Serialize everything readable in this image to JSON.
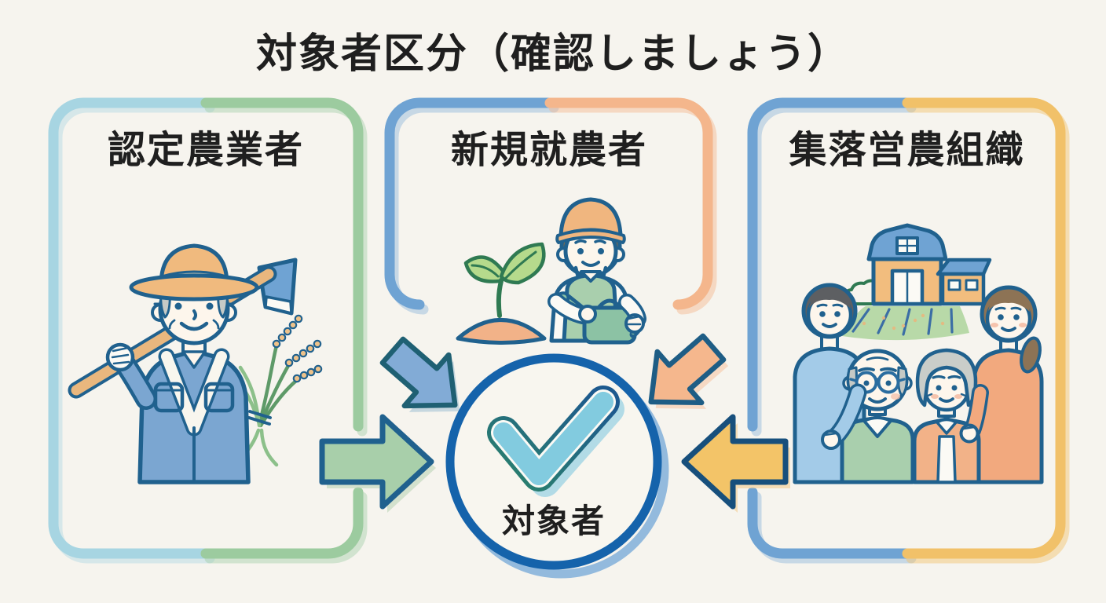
{
  "title": "対象者区分（確認しましょう）",
  "cards": [
    {
      "id": "certified-farmer",
      "label": "認定農業者",
      "illustration": "elderly-farmer-with-hoe-and-rice-sheaf",
      "border_left_color": "#a7d5e2",
      "border_right_color": "#9ccb9f"
    },
    {
      "id": "new-farmer",
      "label": "新規就農者",
      "illustration": "young-farmer-with-seedling-and-watering-can",
      "border_left_color": "#6fa3d3",
      "border_right_color": "#f4b68c"
    },
    {
      "id": "community-farming-org",
      "label": "集落営農組織",
      "illustration": "three-generation-family-with-barn-and-field",
      "border_left_color": "#6fa3d3",
      "border_right_color": "#f1c169"
    }
  ],
  "center": {
    "label": "対象者",
    "icon": "checkmark-icon",
    "ring_color": "#1563ab",
    "check_color": "#82cbdf"
  },
  "arrows": [
    {
      "from": "certified-farmer",
      "to": "target",
      "direction": "right",
      "color": "#a8cfaa"
    },
    {
      "from": "new-farmer",
      "to": "target",
      "direction": "down-right",
      "color": "#82abd6"
    },
    {
      "from": "new-farmer",
      "to": "target",
      "direction": "down-left",
      "color": "#f5b78d"
    },
    {
      "from": "community-farming-org",
      "to": "target",
      "direction": "left",
      "color": "#f3c468"
    }
  ],
  "background_color": "#f6f4ee",
  "text_color": "#1f1f1f",
  "outline_color": "#20618e"
}
